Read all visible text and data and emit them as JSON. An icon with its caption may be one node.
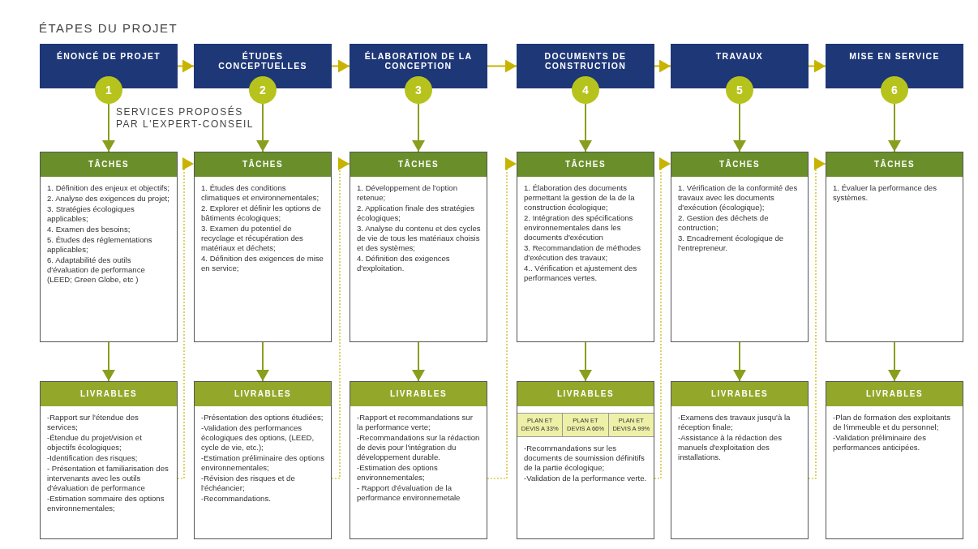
{
  "diagram": {
    "nodes": [
      {
        "text": [
          "ÉNONCÉ DE PROJET"
        ]
      },
      {
        "text": [
          "ÉTUDES CONCEPTUELLES"
        ]
      },
      {
        "text": [
          "ÉLABORATION DE LA CONCEPTION"
        ]
      },
      {
        "text": [
          "DOCUMENTS DE CONSTRUCTION"
        ]
      },
      {
        "text": [
          "TRAVAUX"
        ]
      },
      {
        "text": [
          "MISE EN SERVICE"
        ]
      },
      {
        "text": [
          "1"
        ]
      },
      {
        "text": [
          "2"
        ]
      },
      {
        "text": [
          "3"
        ]
      },
      {
        "text": [
          "4"
        ]
      },
      {
        "text": [
          "5"
        ]
      },
      {
        "text": [
          "6"
        ]
      },
      {
        "text": [
          "TÂCHES",
          "1. Définition des enjeux et objectifs;",
          "2. Analyse des exigences du projet;",
          "3. Stratégies écologiques applicables;",
          "4. Examen des besoins;",
          "5. Études des réglementations applicables;",
          "6. Adaptabilité des outils d'évaluation de performance (LEED; Green Globe, etc )"
        ]
      },
      {
        "text": [
          "TÂCHES",
          "1. Études des conditions climatiques et environnementales;",
          "2. Explorer et définir les options de bâtiments écologiques;",
          "3. Examen du potentiel de recyclage et récupération des matériaux et déchets;",
          "4. Définition des exigences de mise en service;"
        ]
      },
      {
        "text": [
          "TÂCHES",
          "1. Développement de l'option retenue;",
          "2. Application finale des stratégies écologiques;",
          "3. Analyse du contenu et des cycles de vie de tous les matériaux choisis et des systèmes;",
          "4. Définition des exigences d'exploitation."
        ]
      },
      {
        "text": [
          "TÂCHES",
          "1. Élaboration des documents permettant la gestion de la de la construction écologique;",
          "2. Intégration des spécifications environnementales dans les documents d'exécution",
          "3. Recommandation de méthodes d'exécution des travaux;",
          "4.. Vérification et ajustement des performances vertes."
        ]
      },
      {
        "text": [
          "TÂCHES",
          "1. Vérification de la conformité des travaux avec les documents d'exécution (écologique);",
          "2. Gestion des déchets de contruction;",
          "3. Encadrement écologique de l'entrepreneur."
        ]
      },
      {
        "text": [
          "TÂCHES",
          "1. Évaluer la performance des systèmes."
        ]
      },
      {
        "text": [
          "LIVRABLES",
          "-Rapport sur l'étendue des services;",
          "-Étendue du projet/vision et objectifs écologiques;",
          "-Identification des risques;",
          "- Présentation et familiarisation des intervenants avec les outils d'évaluation de performance",
          "-Estimation sommaire des options environnementales;"
        ]
      },
      {
        "text": [
          "LIVRABLES",
          "-Présentation des options étudiées;",
          "-Validation des performances écologiques des options, (LEED, cycle de vie, etc.);",
          "-Estimation préliminaire des options environnementales;",
          "-Révision des risques et de l'échéancier;",
          "-Recommandations."
        ]
      },
      {
        "text": [
          "LIVRABLES",
          "-Rapport et recommandations sur la performance verte;",
          "-Recommandations sur la rédaction de devis pour l'intégration du développement durable.",
          "-Estimation des options environnementales;",
          "- Rapport d'évaluation de la performance environnemetale"
        ]
      },
      {
        "text": [
          "LIVRABLES",
          "-Recommandations sur les documents de soumission définitifs de la partie écologique;",
          "-Validation de la performance verte."
        ]
      },
      {
        "text": [
          "LIVRABLES",
          "-Examens des travaux jusqu'à la réception finale;",
          "-Assistance à la rédaction des manuels d'exploitation des installations."
        ]
      },
      {
        "text": [
          "LIVRABLES",
          "-Plan de formation des exploitants de l'immeuble et du personnel;",
          "-Validation préliminaire des performances anticipées."
        ]
      },
      {
        "text": [
          "PLAN ET DEVIS A 33%"
        ],
        "in": 21
      },
      {
        "text": [
          "PLAN ET DEVIS A 66%"
        ],
        "in": 21
      },
      {
        "text": [
          "PLAN ET DEVIS A 99%"
        ],
        "in": 21
      }
    ],
    "edges": [
      {
        "from": 0,
        "to": 1,
        "arrow": "to",
        "color": "#c8b400"
      },
      {
        "from": 1,
        "to": 2,
        "arrow": "to",
        "color": "#c8b400"
      },
      {
        "from": 2,
        "to": 3,
        "arrow": "to",
        "color": "#c8b400"
      },
      {
        "from": 3,
        "to": 4,
        "arrow": "to",
        "color": "#c8b400"
      },
      {
        "from": 4,
        "to": 5,
        "arrow": "to",
        "color": "#c8b400"
      },
      {
        "from": 6,
        "to": 12,
        "arrow": "to"
      },
      {
        "from": 7,
        "to": 13,
        "arrow": "to"
      },
      {
        "from": 8,
        "to": 14,
        "arrow": "to"
      },
      {
        "from": 9,
        "to": 15,
        "arrow": "to"
      },
      {
        "from": 10,
        "to": 16,
        "arrow": "to"
      },
      {
        "from": 11,
        "to": 17,
        "arrow": "to"
      },
      {
        "from": 12,
        "to": 18,
        "arrow": "to"
      },
      {
        "from": 13,
        "to": 19,
        "arrow": "to"
      },
      {
        "from": 14,
        "to": 20,
        "arrow": "to"
      },
      {
        "from": 15,
        "to": 21,
        "arrow": "to"
      },
      {
        "from": 16,
        "to": 22,
        "arrow": "to"
      },
      {
        "from": 17,
        "to": 23,
        "arrow": "to"
      },
      {
        "from": 18,
        "to": 13,
        "arrow": "to",
        "style": "dashed",
        "color": "#c8b400"
      },
      {
        "from": 19,
        "to": 14,
        "arrow": "to",
        "style": "dashed",
        "color": "#c8b400"
      },
      {
        "from": 20,
        "to": 15,
        "arrow": "to",
        "style": "dashed",
        "color": "#c8b400"
      },
      {
        "from": 21,
        "to": 16,
        "arrow": "to",
        "style": "dashed",
        "color": "#c8b400"
      },
      {
        "from": 22,
        "to": 17,
        "arrow": "to",
        "style": "dashed",
        "color": "#c8b400"
      }
    ],
    "labels": [
      "ÉTAPES DU PROJET",
      "SERVICES PROPOSÉS PAR L'EXPERT-CONSEIL"
    ]
  }
}
